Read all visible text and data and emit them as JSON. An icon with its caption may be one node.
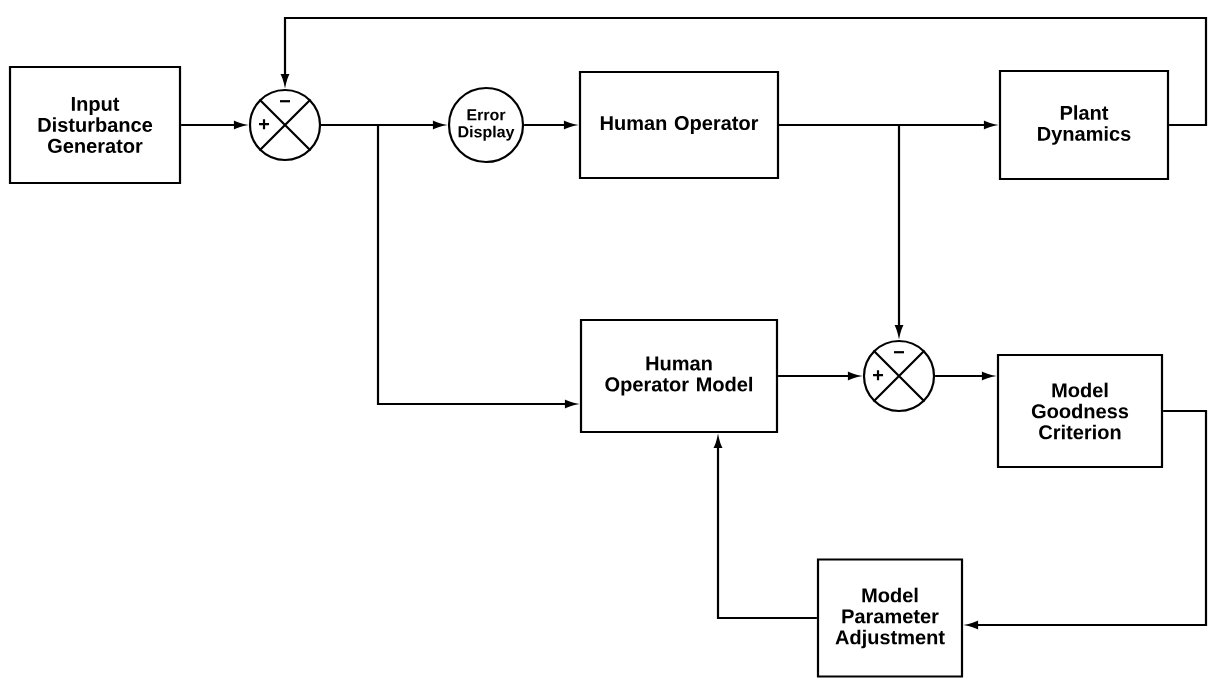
{
  "diagram": {
    "nodes": [
      {
        "text": [
          "Input Disturbance Generator"
        ]
      },
      {
        "text": [
          "−",
          "+"
        ]
      },
      {
        "text": [
          "Error Display"
        ]
      },
      {
        "text": [
          "Human Operator"
        ]
      },
      {
        "text": [
          "Plant Dynamics"
        ]
      },
      {
        "text": [
          "Human Operator Model"
        ]
      },
      {
        "text": [
          "−",
          "+"
        ]
      },
      {
        "text": [
          "Model Goodness Criterion"
        ]
      },
      {
        "text": [
          "Model Parameter Adjustment"
        ]
      }
    ],
    "edges": [
      {
        "from": 0,
        "to": 1,
        "arrow": "to"
      },
      {
        "from": 1,
        "to": 2,
        "arrow": "to"
      },
      {
        "from": 1,
        "to": 5,
        "arrow": "to"
      },
      {
        "from": 2,
        "to": 3,
        "arrow": "to"
      },
      {
        "from": 3,
        "to": 4,
        "arrow": "to"
      },
      {
        "from": 3,
        "to": 6,
        "arrow": "to"
      },
      {
        "from": 4,
        "to": 1,
        "arrow": "to"
      },
      {
        "from": 5,
        "to": 6,
        "arrow": "to"
      },
      {
        "from": 6,
        "to": 7,
        "arrow": "to"
      },
      {
        "from": 7,
        "to": 8,
        "arrow": "to"
      },
      {
        "from": 8,
        "to": 5,
        "arrow": "to"
      }
    ]
  }
}
